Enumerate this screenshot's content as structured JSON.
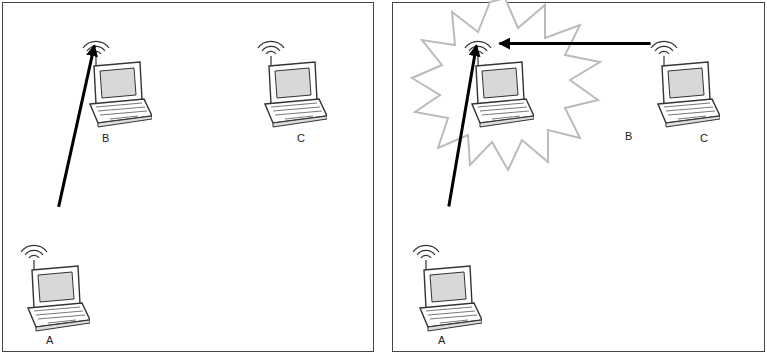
{
  "diagram": {
    "nodes": [
      {
        "text": [
          "B"
        ]
      },
      {
        "text": [
          "C"
        ]
      },
      {
        "text": [
          "A"
        ]
      },
      {
        "text": [
          "B"
        ]
      },
      {
        "text": [
          "C"
        ]
      },
      {
        "text": [
          "A"
        ]
      }
    ],
    "edges": [
      {
        "from": 2,
        "to": 0,
        "arrow": "to"
      },
      {
        "from": 5,
        "to": 3,
        "arrow": "to"
      },
      {
        "from": 4,
        "to": 3,
        "arrow": "to"
      }
    ]
  }
}
